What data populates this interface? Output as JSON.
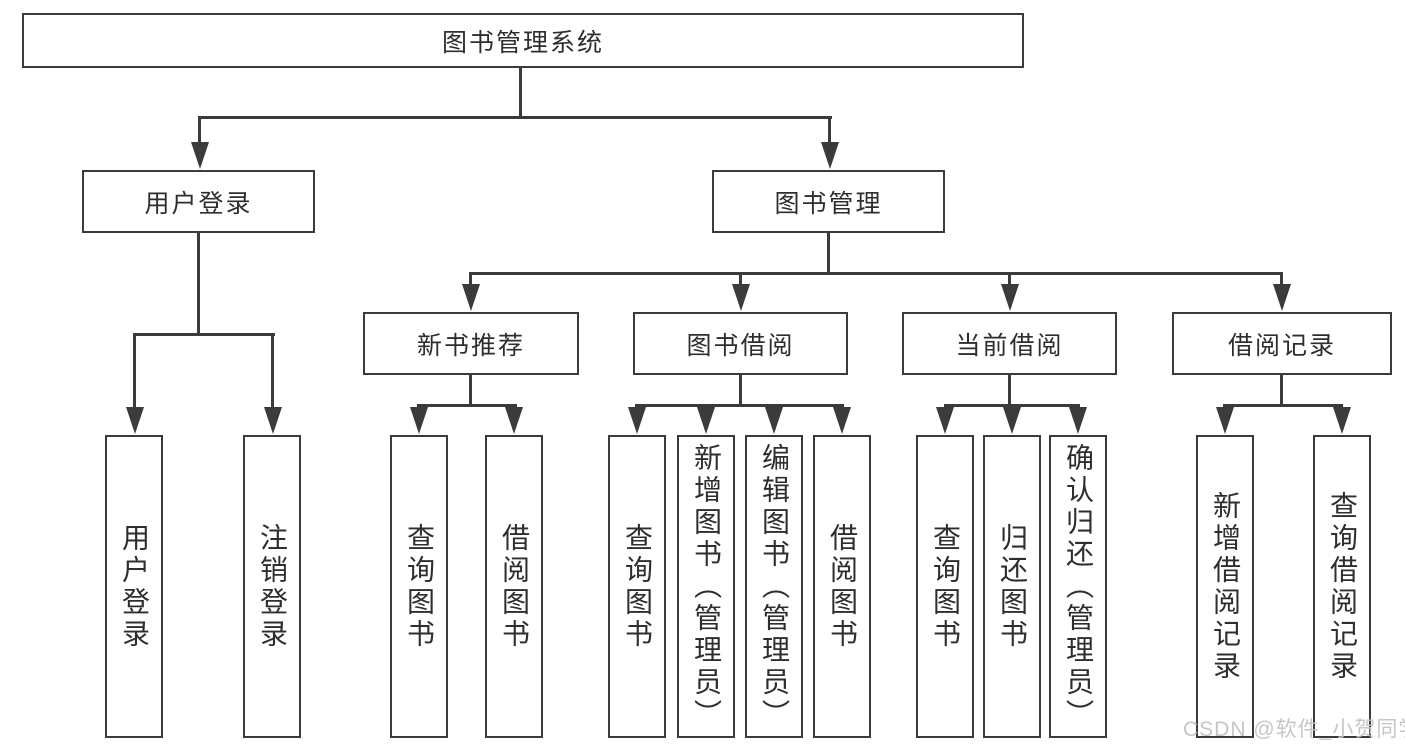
{
  "tree": {
    "label": "图书管理系统",
    "children": [
      {
        "label": "用户登录",
        "children": [
          {
            "label": "用户登录"
          },
          {
            "label": "注销登录"
          }
        ]
      },
      {
        "label": "图书管理",
        "children": [
          {
            "label": "新书推荐",
            "children": [
              {
                "label": "查询图书"
              },
              {
                "label": "借阅图书"
              }
            ]
          },
          {
            "label": "图书借阅",
            "children": [
              {
                "label": "查询图书"
              },
              {
                "label": "新增图书（管理员）"
              },
              {
                "label": "编辑图书（管理员）"
              },
              {
                "label": "借阅图书"
              }
            ]
          },
          {
            "label": "当前借阅",
            "children": [
              {
                "label": "查询图书"
              },
              {
                "label": "归还图书"
              },
              {
                "label": "确认归还（管理员）"
              }
            ]
          },
          {
            "label": "借阅记录",
            "children": [
              {
                "label": "新增借阅记录"
              },
              {
                "label": "查询借阅记录"
              }
            ]
          }
        ]
      }
    ]
  },
  "watermark": {
    "text": "CSDN @软件_小贺同学"
  },
  "colors": {
    "line": "#3b3b3b",
    "text": "#2e2e2e",
    "watermark": "#c4c4c4",
    "background": "#ffffff"
  }
}
